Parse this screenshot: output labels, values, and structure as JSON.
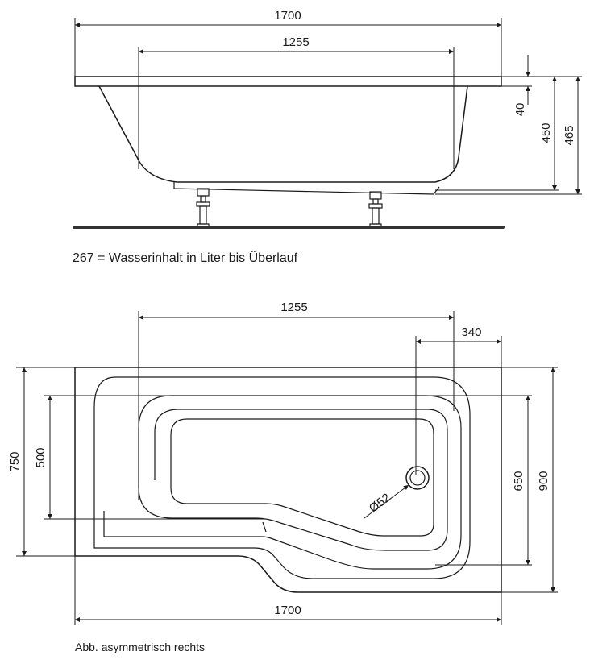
{
  "side_view": {
    "dim_length_total": "1700",
    "dim_length_inner": "1255",
    "dim_rim": "40",
    "dim_height_450": "450",
    "dim_height_465": "465",
    "caption": "267 = Wasserinhalt in Liter bis Überlauf"
  },
  "top_view": {
    "dim_inner": "1255",
    "dim_drain_offset": "340",
    "dim_width_total": "750",
    "dim_width_inner": "500",
    "dim_depth_650": "650",
    "dim_depth_900": "900",
    "dim_length_total": "1700",
    "drain_diameter": "Ø52",
    "caption": "Abb. asymmetrisch rechts"
  },
  "colors": {
    "line": "#1a1a1a",
    "ground": "#333333"
  }
}
